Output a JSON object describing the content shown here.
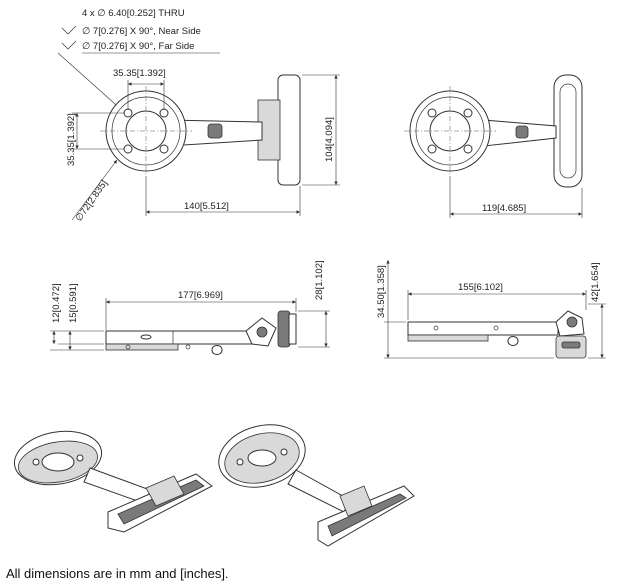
{
  "notes": {
    "thru": "4 x ∅ 6.40[0.252] THRU",
    "near": "∅ 7[0.276] X 90°, Near Side",
    "far": "∅ 7[0.276] X 90°, Far Side"
  },
  "dimensions": {
    "bolt_spacing_h": "35.35[1.392]",
    "bolt_spacing_v": "35.35[1.392]",
    "flange_diameter": "∅72[2.835]",
    "front_height": "104[4.094]",
    "front_length": "140[5.512]",
    "back_length": "119[4.685]",
    "side_length": "177[6.969]",
    "side_height": "28[1.102]",
    "flange_thickness": "12[0.472]",
    "flange_offset": "15[0.591]",
    "side2_length": "155[6.102]",
    "side2_height": "42[1.654]",
    "side2_depth": "34.50[1.358]"
  },
  "caption": "All dimensions are in mm and [inches]."
}
